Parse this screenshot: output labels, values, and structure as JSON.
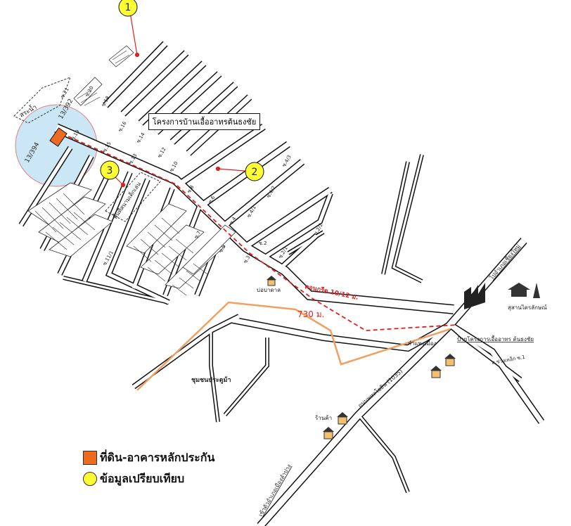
{
  "project_label": "โครงการบ้านเอื้ออาทรต้นธงชัย",
  "legend": {
    "collateral": "ที่ดิน-อาคารหลักประกัน",
    "comparable": "ข้อมูลเปรียบเทียบ"
  },
  "markers": [
    {
      "label": "1"
    },
    {
      "label": "2"
    },
    {
      "label": "3"
    }
  ],
  "plot_labels": [
    "13/392",
    "13/394"
  ],
  "distance_label": "730 ม.",
  "road_note": "คอนกรีต 10/12 ม.",
  "places": {
    "reservoir": "สระน้ำ",
    "recreation": "พื้นที่สนามเด็กเล่น",
    "well": "บ่อบาดาล",
    "community": "ชุมชนประตูม้า",
    "shop": "ร้านค้า",
    "kamphaeng": "กำแพงเมือง",
    "shrine": "สุสานไตรลักษณ์",
    "project_sign": "ป้ายโครงการเอื้ออาทร ต้นธงชัย",
    "to_chiang_mai": "ไปอำเภอเชียงใหม่",
    "to_lampang": "เข้าตัวอำเภอเมืองลำปาง",
    "main_road": "ถนนพหลโยธิน (1035)",
    "side_road": "ถ.ข่วงเหล็ก ซ.1"
  },
  "sois": [
    "ซ.21",
    "ซ.20",
    "ซ.18",
    "ซ.16",
    "ซ.14",
    "ซ.12",
    "ซ.10",
    "ซ.19",
    "ซ.15",
    "ซ.13",
    "ซ.8",
    "ซ.6",
    "ซ.4",
    "ซ.2",
    "ซ.7",
    "ซ.5",
    "ซ.3",
    "ซ.1",
    "ซ.11/1",
    "ซ.4/3",
    "ซ.4/2",
    "ซ.4/1",
    "ซ.2/2",
    "ซ.2/1"
  ],
  "colors": {
    "collateral": "#ee6a1f",
    "comparable": "#ffff33",
    "route": "#e02020",
    "distance": "#f0a060",
    "highlight": "#9fd3ee"
  }
}
